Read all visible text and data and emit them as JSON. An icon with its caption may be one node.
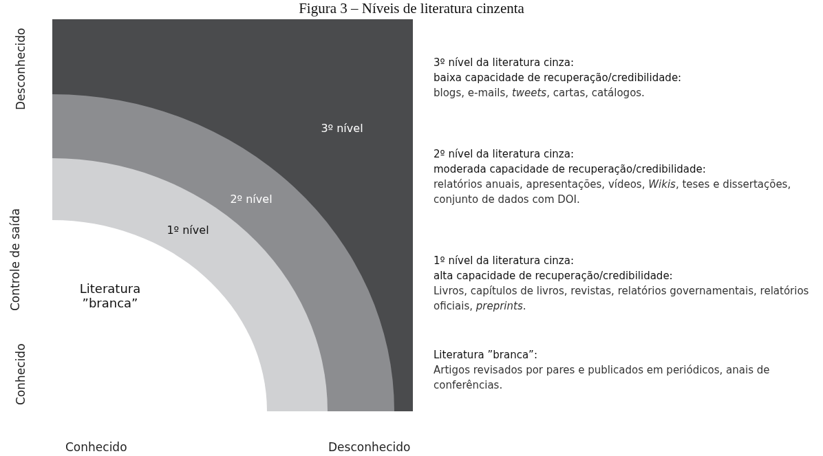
{
  "diagram": {
    "title": "Figura 3 – Níveis de literatura cinzenta",
    "nodes": [
      {
        "text": [
          "3º nível"
        ]
      },
      {
        "text": [
          "2º nível"
        ],
        "in": 0
      },
      {
        "text": [
          "1º nível"
        ],
        "in": 1
      },
      {
        "text": [
          "Literatura ”branca”"
        ],
        "in": 2
      }
    ],
    "edges": [],
    "labels": [
      "Desconhecido",
      "Controle de saída",
      "Conhecido",
      "Conhecido",
      "Desconhecido",
      "3º nível da literatura cinza:",
      "baixa capacidade de recuperação/credibilidade:",
      "blogs, e-mails, *tweets*, cartas, catálogos.",
      "2º nível da literatura cinza:",
      "moderada capacidade de recuperação/credibilidade:",
      "relatórios anuais, apresentações, vídeos, *Wikis*, teses e dissertações, conjunto de dados com DOI.",
      "1º nível da literatura cinza:",
      "alta capacidade de recuperação/credibilidade:",
      "Livros, capítulos de livros, revistas, relatórios governamentais, relatórios oficiais, *preprints*.",
      "Literatura ”branca”:",
      "Artigos revisados por pares e publicados em periódicos, anais de conferências."
    ]
  }
}
